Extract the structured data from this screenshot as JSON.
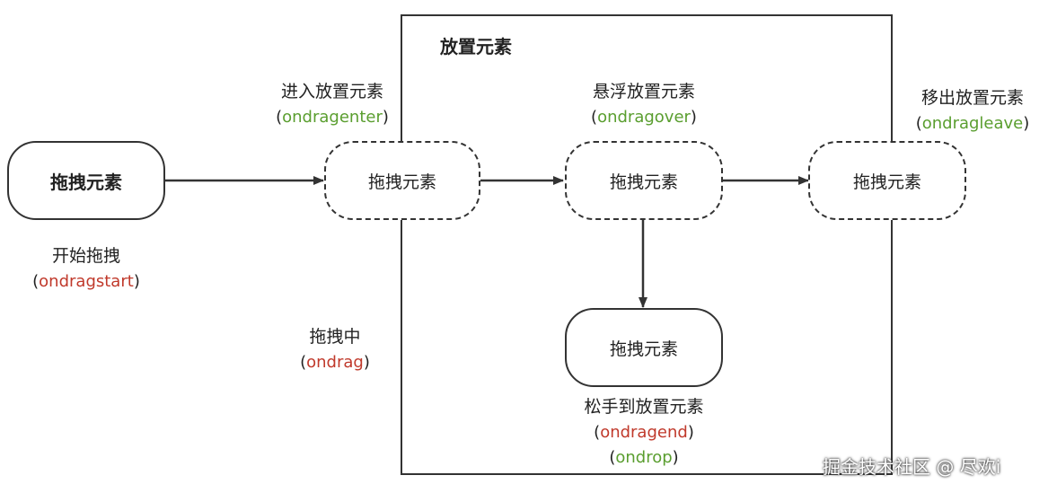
{
  "zone": {
    "title": "放置元素"
  },
  "nodes": {
    "source": "拖拽元素",
    "enter": "拖拽元素",
    "over": "拖拽元素",
    "leave": "拖拽元素",
    "drop": "拖拽元素"
  },
  "labels": {
    "dragstart": {
      "text": "开始拖拽",
      "event": "ondragstart"
    },
    "drag": {
      "text": "拖拽中",
      "event": "ondrag"
    },
    "dragenter": {
      "text": "进入放置元素",
      "event": "ondragenter"
    },
    "dragover": {
      "text": "悬浮放置元素",
      "event": "ondragover"
    },
    "dragleave": {
      "text": "移出放置元素",
      "event": "ondragleave"
    },
    "drop": {
      "text": "松手到放置元素",
      "event1": "ondragend",
      "event2": "ondrop"
    }
  },
  "colors": {
    "drag_source_event": "#c0392b",
    "drop_target_event": "#5a9e2f"
  },
  "watermark": "掘金技术社区 @ 尽欢i"
}
